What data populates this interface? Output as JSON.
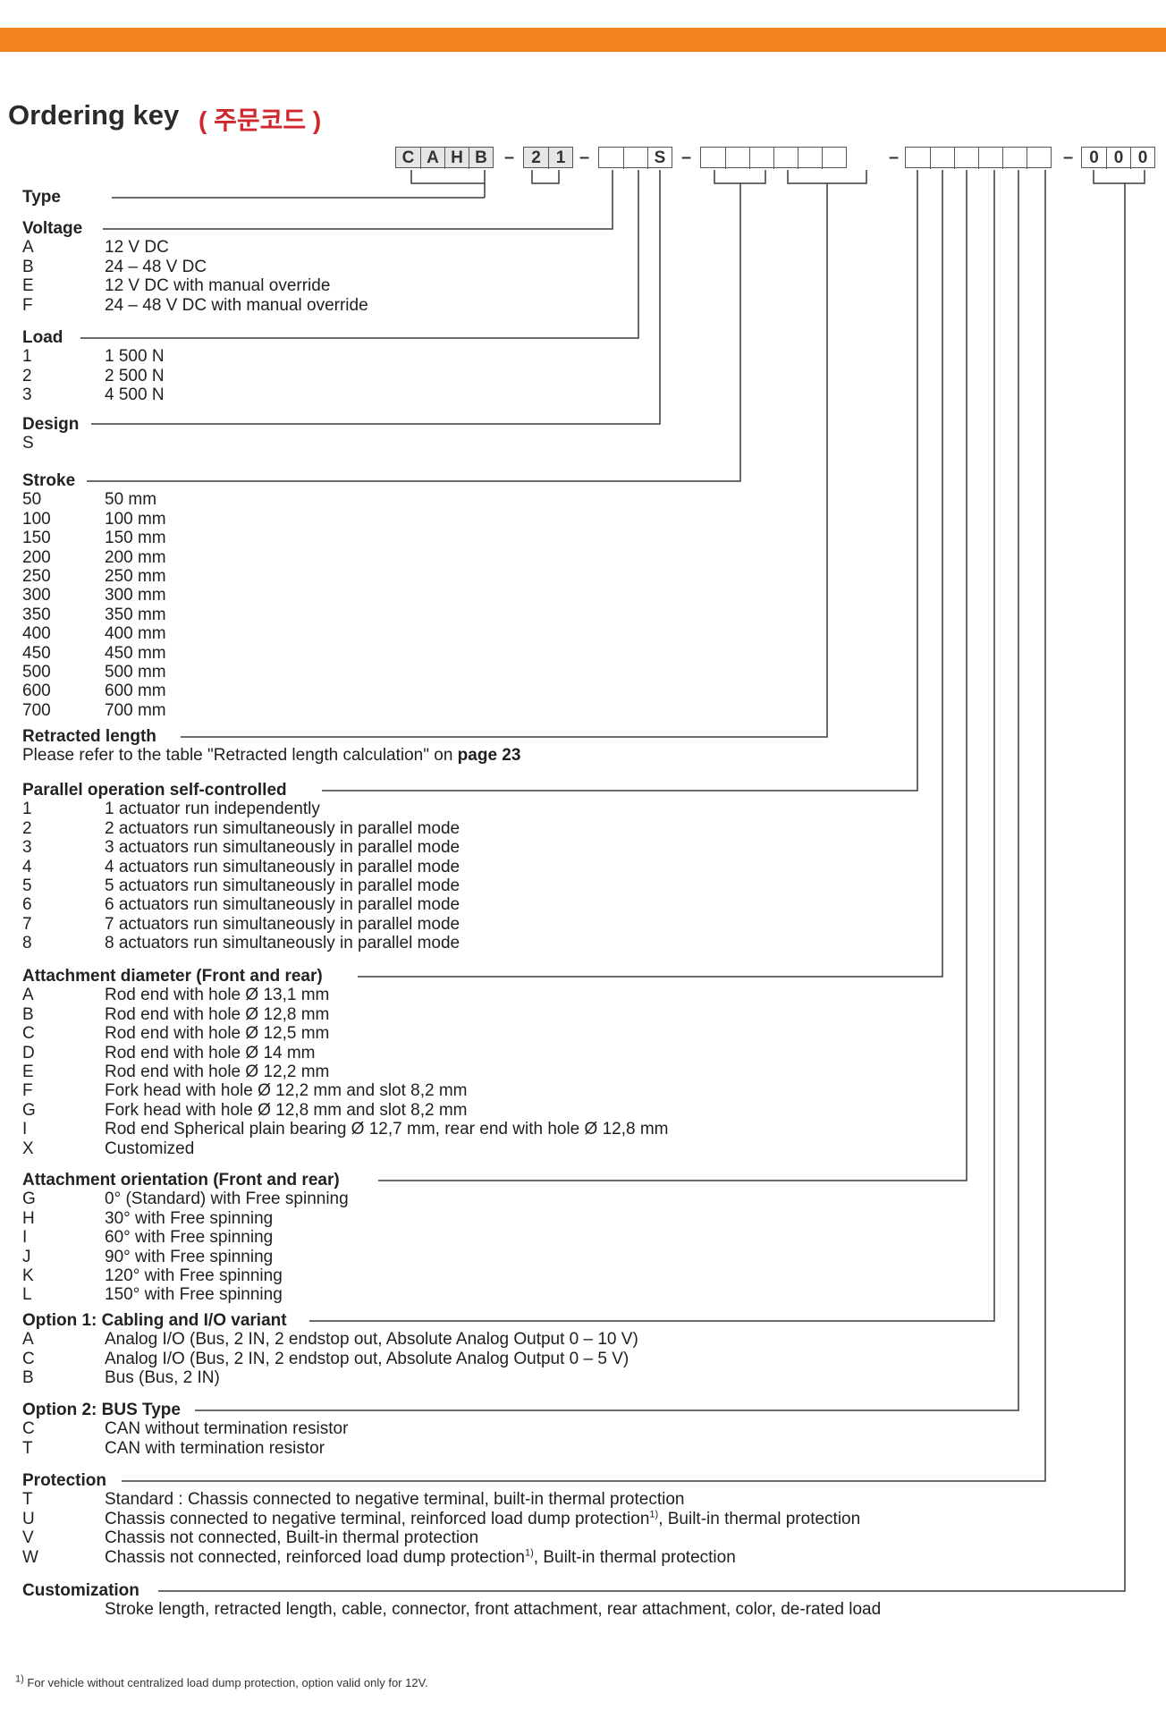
{
  "title": "Ordering key",
  "title_korean": "( 주문코드 )",
  "ordering_code": {
    "group1": [
      "C",
      "A",
      "H",
      "B"
    ],
    "group2": [
      "2",
      "1"
    ],
    "group3": [
      "",
      "",
      "S"
    ],
    "group4": [
      "",
      "",
      "",
      "",
      "",
      "",
      ""
    ],
    "group5": [
      "",
      "",
      "",
      "",
      "",
      ""
    ],
    "group6": [
      "0",
      "0",
      "0"
    ],
    "dash": "–"
  },
  "sections": {
    "type": {
      "header": "Type"
    },
    "voltage": {
      "header": "Voltage",
      "items": [
        {
          "k": "A",
          "v": "12 V DC"
        },
        {
          "k": "B",
          "v": "24 – 48 V DC"
        },
        {
          "k": "E",
          "v": "12 V DC with manual override"
        },
        {
          "k": "F",
          "v": "24 – 48 V DC with manual override"
        }
      ]
    },
    "load": {
      "header": "Load",
      "items": [
        {
          "k": "1",
          "v": "1 500 N"
        },
        {
          "k": "2",
          "v": "2 500 N"
        },
        {
          "k": "3",
          "v": "4 500 N"
        }
      ]
    },
    "design": {
      "header": "Design",
      "items": [
        {
          "k": "S",
          "v": ""
        }
      ]
    },
    "stroke": {
      "header": "Stroke",
      "items": [
        {
          "k": "50",
          "v": "50 mm"
        },
        {
          "k": "100",
          "v": "100 mm"
        },
        {
          "k": "150",
          "v": "150 mm"
        },
        {
          "k": "200",
          "v": "200 mm"
        },
        {
          "k": "250",
          "v": "250 mm"
        },
        {
          "k": "300",
          "v": "300 mm"
        },
        {
          "k": "350",
          "v": "350 mm"
        },
        {
          "k": "400",
          "v": "400 mm"
        },
        {
          "k": "450",
          "v": "450 mm"
        },
        {
          "k": "500",
          "v": "500 mm"
        },
        {
          "k": "600",
          "v": "600 mm"
        },
        {
          "k": "700",
          "v": "700 mm"
        }
      ]
    },
    "retracted": {
      "header": "Retracted length",
      "text_before": "Please refer to the table \"Retracted length calculation\" on ",
      "text_bold": "page 23"
    },
    "parallel": {
      "header": "Parallel operation self-controlled",
      "items": [
        {
          "k": "1",
          "v": "1 actuator run independently"
        },
        {
          "k": "2",
          "v": "2 actuators run simultaneously in parallel mode"
        },
        {
          "k": "3",
          "v": "3 actuators run simultaneously in parallel mode"
        },
        {
          "k": "4",
          "v": "4 actuators run simultaneously in parallel mode"
        },
        {
          "k": "5",
          "v": "5 actuators run simultaneously in parallel mode"
        },
        {
          "k": "6",
          "v": "6 actuators run simultaneously in parallel mode"
        },
        {
          "k": "7",
          "v": "7 actuators run simultaneously in parallel mode"
        },
        {
          "k": "8",
          "v": "8 actuators run simultaneously in parallel mode"
        }
      ]
    },
    "diameter": {
      "header": "Attachment diameter (Front and rear)",
      "items": [
        {
          "k": "A",
          "v": "Rod end with hole Ø 13,1 mm"
        },
        {
          "k": "B",
          "v": "Rod end with hole Ø 12,8 mm"
        },
        {
          "k": "C",
          "v": "Rod end with hole Ø 12,5 mm"
        },
        {
          "k": "D",
          "v": "Rod end with hole Ø 14 mm"
        },
        {
          "k": "E",
          "v": "Rod end with hole Ø 12,2 mm"
        },
        {
          "k": "F",
          "v": "Fork head with hole Ø 12,2 mm and slot 8,2 mm"
        },
        {
          "k": "G",
          "v": "Fork head with hole Ø 12,8 mm and slot 8,2 mm"
        },
        {
          "k": "I",
          "v": "Rod end Spherical plain bearing Ø 12,7 mm, rear end with hole Ø 12,8 mm"
        },
        {
          "k": "X",
          "v": "Customized"
        }
      ]
    },
    "orientation": {
      "header": "Attachment orientation (Front and rear)",
      "items": [
        {
          "k": "G",
          "v": "0° (Standard) with Free spinning"
        },
        {
          "k": "H",
          "v": "30° with Free spinning"
        },
        {
          "k": "I",
          "v": "60° with Free spinning"
        },
        {
          "k": "J",
          "v": "90° with Free spinning"
        },
        {
          "k": "K",
          "v": "120° with Free spinning"
        },
        {
          "k": "L",
          "v": "150° with Free spinning"
        }
      ]
    },
    "option1": {
      "header": "Option 1: Cabling and I/O variant",
      "items": [
        {
          "k": "A",
          "v": "Analog I/O (Bus, 2 IN, 2 endstop out, Absolute Analog Output 0 – 10 V)"
        },
        {
          "k": "C",
          "v": "Analog I/O (Bus, 2 IN, 2 endstop out, Absolute Analog Output 0 – 5 V)"
        },
        {
          "k": "B",
          "v": "Bus (Bus, 2 IN)"
        }
      ]
    },
    "option2": {
      "header": "Option 2: BUS Type",
      "items": [
        {
          "k": "C",
          "v": "CAN without termination resistor"
        },
        {
          "k": "T",
          "v": "CAN with termination resistor"
        }
      ]
    },
    "protection": {
      "header": "Protection",
      "items": [
        {
          "k": "T",
          "v": "Standard : Chassis connected to negative terminal, built-in thermal protection"
        },
        {
          "k": "U",
          "v_a": "Chassis connected to negative terminal, reinforced load dump protection",
          "sup": "1)",
          "v_b": ", Built-in thermal protection"
        },
        {
          "k": "V",
          "v": "Chassis not connected, Built-in thermal protection"
        },
        {
          "k": "W",
          "v_a": "Chassis not connected, reinforced load dump protection",
          "sup": "1)",
          "v_b": ", Built-in thermal protection"
        }
      ]
    },
    "customization": {
      "header": "Customization",
      "text": "Stroke length, retracted length, cable, connector, front attachment, rear attachment, color, de-rated load"
    }
  },
  "footnote": {
    "sup": "1)",
    "text": " For vehicle without centralized load dump protection, option valid only for 12V."
  },
  "colors": {
    "accent_bar": "#f58220",
    "korean_title": "#d0272e",
    "code_box_fill": "#e6e6e6"
  }
}
